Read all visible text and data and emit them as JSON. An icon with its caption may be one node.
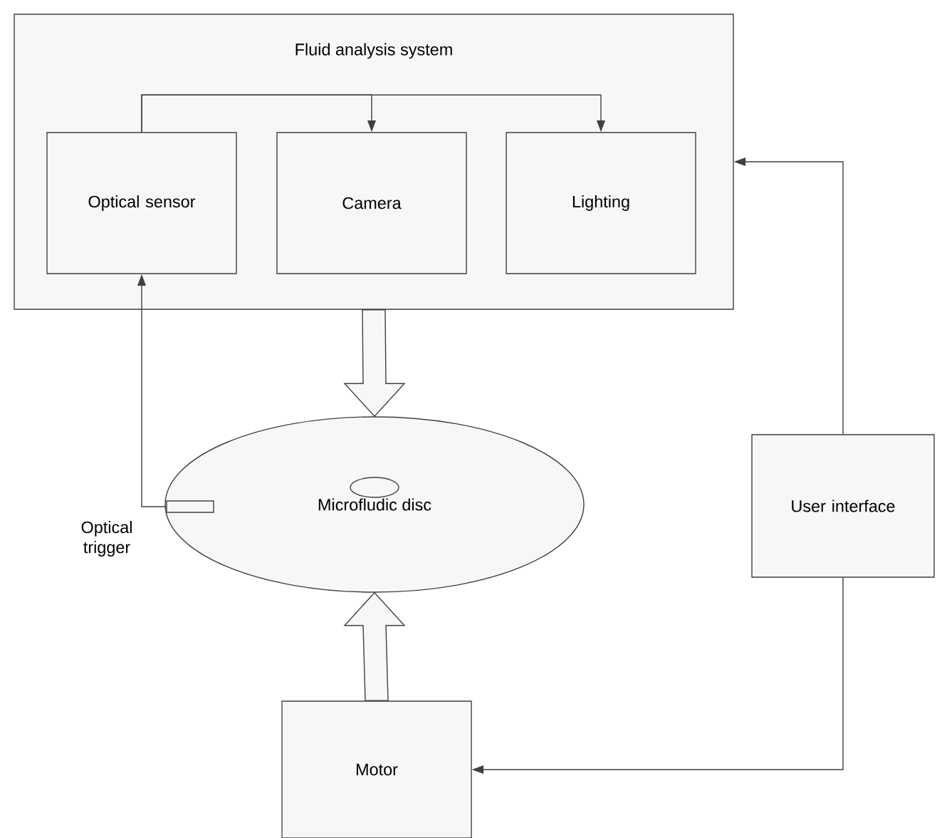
{
  "diagram": {
    "nodes": [
      {
        "text": [
          "Fluid analysis system"
        ]
      },
      {
        "text": [
          "Optical sensor"
        ],
        "in": 0
      },
      {
        "text": [
          "Camera"
        ],
        "in": 0
      },
      {
        "text": [
          "Lighting"
        ],
        "in": 0
      },
      {
        "text": [
          "Microfludic disc"
        ]
      },
      {
        "text": [
          "User interface"
        ]
      },
      {
        "text": [
          "Motor"
        ]
      },
      {
        "text": [],
        "shape": "box",
        "beside": [
          "Optical trigger"
        ],
        "in": 4
      }
    ],
    "edges": [
      {
        "from": 1,
        "to": 2,
        "arrow": "to"
      },
      {
        "from": 1,
        "to": 3,
        "arrow": "to"
      },
      {
        "from": 5,
        "to": 0,
        "arrow": "to"
      },
      {
        "from": 0,
        "to": 4,
        "arrow": "to",
        "style": "thick"
      },
      {
        "from": 7,
        "to": 1,
        "arrow": "to"
      },
      {
        "from": 6,
        "to": 4,
        "arrow": "to",
        "style": "thick"
      },
      {
        "from": 5,
        "to": 6,
        "arrow": "to"
      }
    ]
  }
}
